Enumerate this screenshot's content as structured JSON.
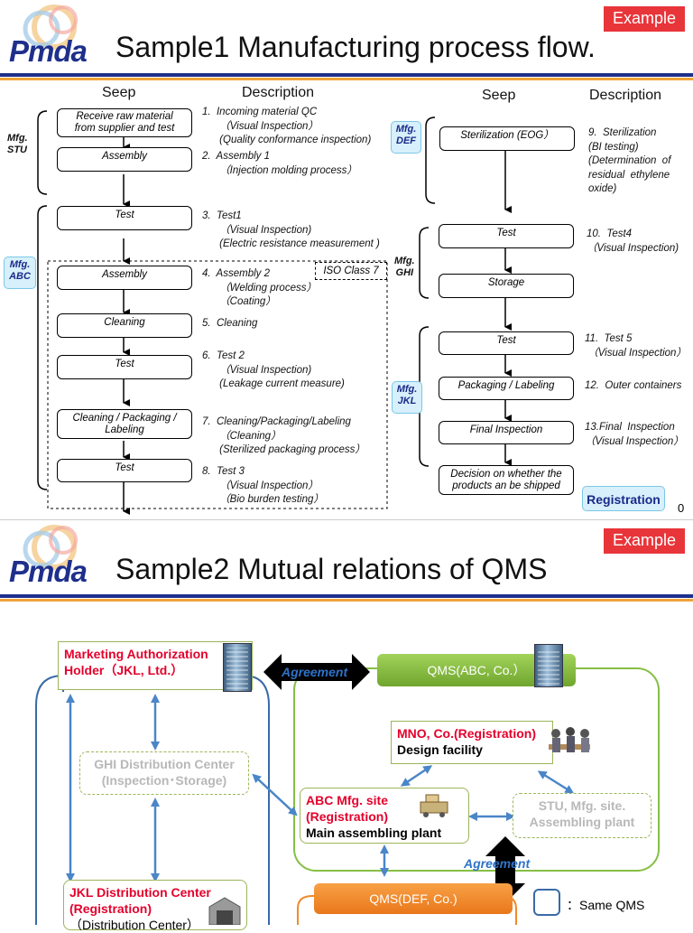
{
  "logo": {
    "text": "Pmda"
  },
  "slide1": {
    "title": "Sample1 Manufacturing process flow.",
    "badge": "Example",
    "col_step": "Seep",
    "col_desc": "Description",
    "mfg_stu": "Mfg.\nSTU",
    "mfg_abc": "Mfg.\nABC",
    "mfg_def": "Mfg.\nDEF",
    "mfg_ghi": "Mfg.\nGHI",
    "mfg_jkl": "Mfg.\nJKL",
    "iso_label": "ISO Class 7",
    "steps": {
      "s1": "Receive raw material\nfrom supplier and test",
      "s2": "Assembly",
      "s3": "Test",
      "s4": "Assembly",
      "s5": "Cleaning",
      "s6": "Test",
      "s7": "Cleaning / Packaging /\nLabeling",
      "s8": "Test",
      "s9": "Sterilization (EOG）",
      "s10": "Test",
      "s10b": "Storage",
      "s11": "Test",
      "s12": "Packaging / Labeling",
      "s13": "Final Inspection",
      "s14": "Decision on whether the\nproducts an be shipped"
    },
    "descs": {
      "d1": "1.  Incoming material QC\n      （Visual Inspection）\n      (Quality conformance inspection)",
      "d2": "2.  Assembly 1\n      （Injection molding process）",
      "d3": "3.  Test1\n      （Visual Inspection)\n      (Electric resistance measurement )",
      "d4": "4.  Assembly 2\n      （Welding process）\n      （Coating）",
      "d5": "5.  Cleaning",
      "d6": "6.  Test 2\n      （Visual Inspection)\n      (Leakage current measure)",
      "d7": "7.  Cleaning/Packaging/Labeling\n      （Cleaning）\n      (Sterilized packaging process）",
      "d8": "8.  Test 3\n      （Visual Inspection）\n      （Bio burden testing）",
      "d9": "9.  Sterilization\n(BI testing)\n(Determination  of\nresidual  ethylene\noxide)",
      "d10": "10.  Test4\n（Visual Inspection)",
      "d11": "11.  Test 5\n （Visual Inspection）",
      "d12": "12.  Outer containers",
      "d13": "13.Final  Inspection\n（Visual Inspection）"
    },
    "registration": "Registration",
    "page_number": "0"
  },
  "slide2": {
    "title": "Sample2 Mutual relations of QMS",
    "badge": "Example",
    "mah_line1": "Marketing Authorization",
    "mah_line2": "Holder（JKL, Ltd.）",
    "agreement_1": "Agreement",
    "agreement_2": "Agreement",
    "qms_abc": "QMS(ABC, Co.）",
    "mno_line1": "MNO, Co.(Registration)",
    "mno_line2": "Design facility",
    "ghi_line1": "GHI Distribution Center",
    "ghi_line2": "(Inspection･Storage)",
    "abc_line1": "ABC Mfg. site",
    "abc_line2": "(Registration)",
    "abc_line3": "Main assembling plant",
    "stu_line1": "STU, Mfg. site.",
    "stu_line2": "Assembling plant",
    "jkl_line1": "JKL Distribution Center",
    "jkl_line2": "(Registration)",
    "jkl_line3": "（Distribution Center）",
    "qms_def": "QMS(DEF, Co.)",
    "legend": "：Same QMS"
  },
  "colors": {
    "brand_blue": "#1e2f8c",
    "accent_orange": "#f0a23a",
    "badge_red": "#e8353a",
    "qms_green": "#86bf45",
    "qms_orange": "#f08a2c",
    "arrow_blue": "#4a86c8"
  }
}
